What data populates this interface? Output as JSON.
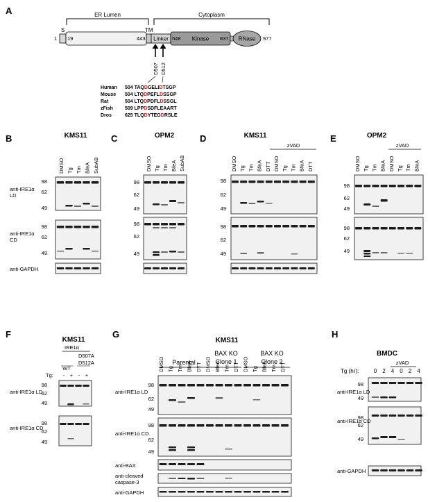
{
  "panelA": {
    "label": "A",
    "er_lumen": "ER Lumen",
    "cytoplasm": "Cytoplasm",
    "s": "S",
    "tm": "TM",
    "pos1": "1",
    "pos19": "19",
    "pos443": "443",
    "pos548": "548",
    "pos837": "837",
    "pos977": "977",
    "linker": "Linker",
    "kinase": "Kinase",
    "rnase": "RNase",
    "d507": "D507",
    "d512": "D512",
    "alignment": [
      {
        "species": "Human",
        "start": "504",
        "pre": "TAQ",
        "d1": "D",
        "mid": "GELI",
        "d2": "D",
        "post": "TSGP"
      },
      {
        "species": "Mouse",
        "start": "504",
        "pre": "LTQ",
        "d1": "D",
        "mid": "PEFL",
        "d2": "D",
        "post": "SSGP"
      },
      {
        "species": "Rat",
        "start": "504",
        "pre": "LTQ",
        "d1": "D",
        "mid": "PDFL",
        "d2": "D",
        "post": "SSGL"
      },
      {
        "species": "zFish",
        "start": "509",
        "pre": "LPP",
        "d1": "D",
        "mid": "SDFLEAART",
        "d2": "",
        "post": ""
      },
      {
        "species": "Dros",
        "start": "625",
        "pre": "TLQ",
        "d1": "D",
        "mid": "YTEG",
        "d2": "D",
        "post": "RSLE"
      }
    ],
    "highlight_color": "#d4161c"
  },
  "panelB": {
    "label": "B",
    "title": "KMS11",
    "lanes": [
      "DMSO",
      "Tg",
      "Tm",
      "BfeA",
      "SubAB"
    ]
  },
  "panelC": {
    "label": "C",
    "title": "OPM2",
    "lanes": [
      "DMSO",
      "Tg",
      "Tm",
      "BfeA",
      "SubAB"
    ]
  },
  "panelD": {
    "label": "D",
    "title": "KMS11",
    "group": "zVAD",
    "lanes": [
      "DMSO",
      "Tg",
      "Tm",
      "BfeA",
      "DTT",
      "DMSO",
      "Tg",
      "Tm",
      "BfeA",
      "DTT"
    ]
  },
  "panelE": {
    "label": "E",
    "title": "OPM2",
    "group": "zVAD",
    "lanes": [
      "DMSO",
      "Tg",
      "Tm",
      "BfeA",
      "DMSO",
      "Tg",
      "Tm",
      "BfeA"
    ]
  },
  "panelF": {
    "label": "F",
    "title": "KMS11",
    "ire": "IRE1α",
    "mut1": "D507A",
    "mut2": "D512A",
    "wt": "WT",
    "tg": "Tg:",
    "signs": [
      "-",
      "+",
      "-",
      "+"
    ]
  },
  "panelG": {
    "label": "G",
    "title": "KMS11",
    "parental": "Parental",
    "bax1a": "BAX KO",
    "bax1b": "Clone 1",
    "bax2a": "BAX KO",
    "bax2b": "Clone 2",
    "lanes": [
      "DMSO",
      "Tg",
      "Tm",
      "BfeA",
      "DTT",
      "DMSO",
      "BfeA",
      "Tm",
      "DTT",
      "DMSO",
      "Tg",
      "BfeA",
      "Tm",
      "DTT"
    ]
  },
  "panelH": {
    "label": "H",
    "title": "BMDC",
    "tg": "Tg (hr):",
    "group": "zVAD",
    "times": [
      "0",
      "2",
      "4",
      "0",
      "2",
      "4"
    ]
  },
  "antibodies": {
    "ld": "anti-IRE1α LD",
    "cd": "anti-IRE1α CD",
    "gapdh": "anti-GAPDH",
    "bax": "anti-BAX",
    "casp_a": "anti-cleaved",
    "casp_b": "caspase-3"
  },
  "mw": {
    "m98": "98",
    "m62": "62",
    "m49": "49"
  }
}
